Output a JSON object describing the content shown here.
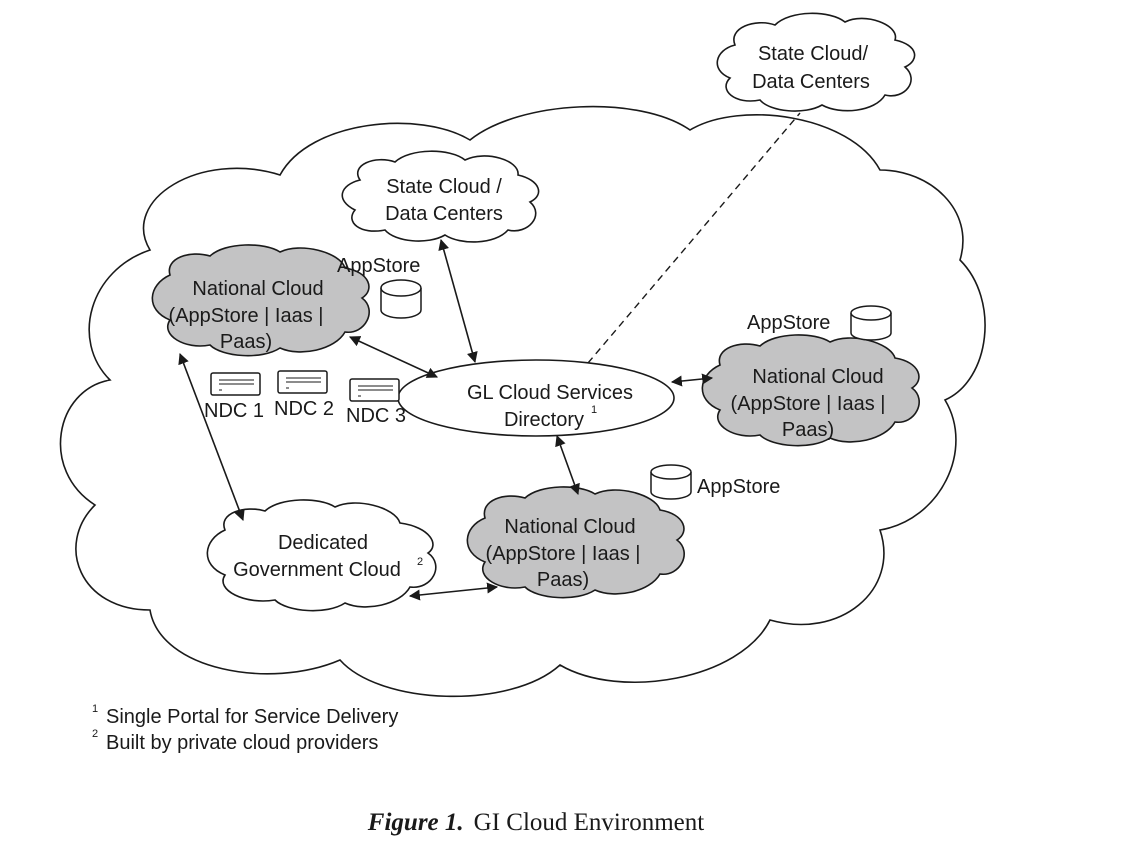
{
  "diagram": {
    "outer_cloud": {
      "label": ""
    },
    "nodes": {
      "state_cloud_outside": {
        "lines": [
          "State Cloud/",
          "Data Centers"
        ]
      },
      "state_cloud_inside": {
        "lines": [
          "State Cloud /",
          "Data Centers"
        ]
      },
      "national_cloud_left": {
        "lines": [
          "National Cloud",
          "(AppStore | Iaas |",
          "Paas)"
        ]
      },
      "national_cloud_right": {
        "lines": [
          "National Cloud",
          "(AppStore | Iaas |",
          "Paas)"
        ]
      },
      "national_cloud_bottom": {
        "lines": [
          "National Cloud",
          "(AppStore | Iaas |",
          "Paas)"
        ]
      },
      "gl_directory": {
        "lines": [
          "GL Cloud Services",
          "Directory"
        ],
        "superscript": "1"
      },
      "dedicated_cloud": {
        "lines": [
          "Dedicated",
          "Government Cloud"
        ],
        "superscript": "2"
      }
    },
    "appstore_labels": [
      "AppStore",
      "AppStore",
      "AppStore"
    ],
    "ndc_labels": [
      "NDC 1",
      "NDC 2",
      "NDC 3"
    ],
    "colors": {
      "national_cloud_fill": "#c3c3c4",
      "line": "#1a1a1a"
    }
  },
  "footnotes": [
    {
      "mark": "1",
      "text": "Single Portal for Service Delivery"
    },
    {
      "mark": "2",
      "text": "Built by private cloud providers"
    }
  ],
  "caption": {
    "label": "Figure 1.",
    "text": "GI Cloud Environment"
  }
}
